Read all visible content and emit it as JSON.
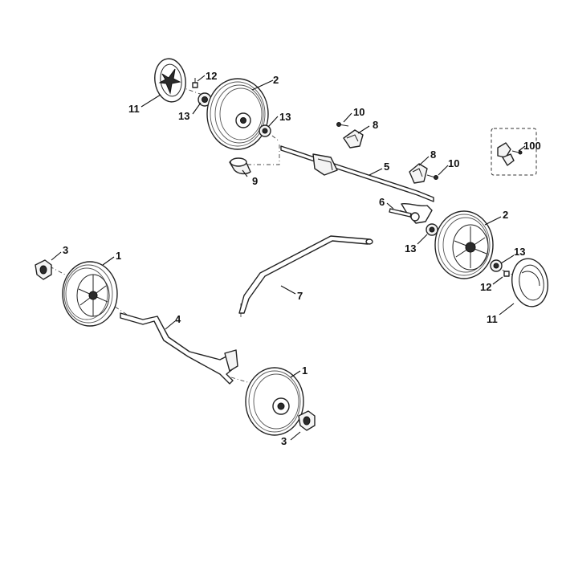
{
  "callouts": {
    "c1a": "1",
    "c1b": "1",
    "c2a": "2",
    "c2b": "2",
    "c3a": "3",
    "c3b": "3",
    "c4": "4",
    "c5": "5",
    "c6": "6",
    "c7": "7",
    "c8a": "8",
    "c8b": "8",
    "c9": "9",
    "c10a": "10",
    "c10b": "10",
    "c11a": "11",
    "c11b": "11",
    "c12a": "12",
    "c12b": "12",
    "c13a": "13",
    "c13b": "13",
    "c13c": "13",
    "c13d": "13",
    "c100": "100"
  },
  "colors": {
    "line": "#222222",
    "background": "#ffffff"
  }
}
